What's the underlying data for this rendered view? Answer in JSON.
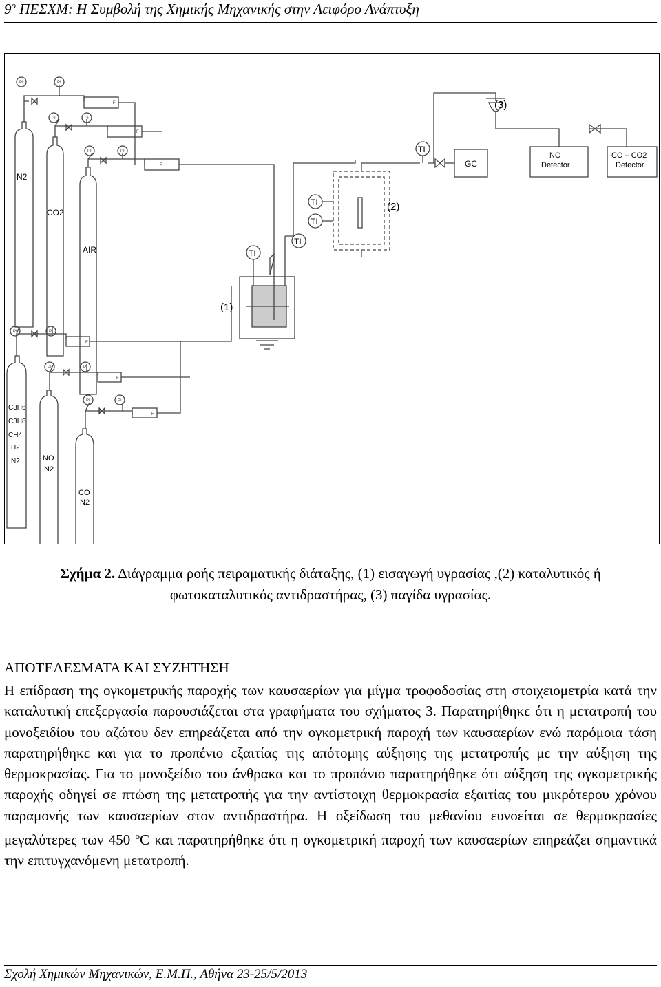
{
  "header": {
    "number": "9",
    "superscript": "ο",
    "title": " ΠΕΣΧΜ: Η Συμβολή της Χημικής Μηχανικής στην Αειφόρο Ανάπτυξη"
  },
  "diagram": {
    "cylinders": [
      {
        "id": "n2",
        "lines": [
          "N2"
        ]
      },
      {
        "id": "co2",
        "lines": [
          "CO2"
        ]
      },
      {
        "id": "air",
        "lines": [
          "AIR"
        ]
      },
      {
        "id": "mix",
        "lines": [
          "C3H6",
          "C3H8",
          "CH4",
          "H2",
          "N2"
        ]
      },
      {
        "id": "no",
        "lines": [
          "NO",
          "N2"
        ]
      },
      {
        "id": "co",
        "lines": [
          "CO",
          "N2"
        ]
      }
    ],
    "pi_label": "PI",
    "f_label": "F",
    "ti_label": "TI",
    "gc_label": "GC",
    "no_detector": [
      "NO",
      "Detector"
    ],
    "co_detector": [
      "CO – CO2",
      "Detector"
    ],
    "labels": {
      "one": "(1)",
      "two": "(2)",
      "three": "(3)"
    }
  },
  "caption": {
    "label": "Σχήμα 2.",
    "text": " Διάγραμμα ροής πειραματικής διάταξης, (1) εισαγωγή υγρασίας ,(2) καταλυτικός ή φωτοκαταλυτικός αντιδραστήρας, (3) παγίδα υγρασίας."
  },
  "section_title": "ΑΠΟΤΕΛΕΣΜΑΤΑ ΚΑΙ ΣΥΖΗΤΗΣΗ",
  "body": {
    "p1": "Η επίδραση της ογκομετρικής παροχής των καυσαερίων για μίγμα τροφοδοσίας στη στοιχειομετρία κατά την καταλυτική επεξεργασία παρουσιάζεται στα γραφήματα του σχήματος 3. Παρατηρήθηκε ότι η μετατροπή του μονοξειδίου του αζώτου δεν επηρεάζεται από την ογκομετρική παροχή των καυσαερίων ενώ παρόμοια τάση παρατηρήθηκε και για το προπένιο εξαιτίας της απότομης αύξησης της μετατροπής με την αύξηση της θερμοκρασίας. Για το μονοξείδιο του άνθρακα και το προπάνιο παρατηρήθηκε ότι αύξηση της ογκομετρικής παροχής οδηγεί σε πτώση της μετατροπής για την αντίστοιχη θερμοκρασία εξαιτίας του μικρότερου χρόνου παραμονής των καυσαερίων στον αντιδραστήρα. Η οξείδωση του μεθανίου ευνοείται σε θερμοκρασίες μεγαλύτερες των 450 ",
    "degree": "ο",
    "p1_end": "C και παρατηρήθηκε ότι η ογκομετρική παροχή των καυσαερίων επηρεάζει σημαντικά την επιτυγχανόμενη μετατροπή."
  },
  "footer": "Σχολή Χημικών Μηχανικών, Ε.Μ.Π., Αθήνα 23-25/5/2013"
}
